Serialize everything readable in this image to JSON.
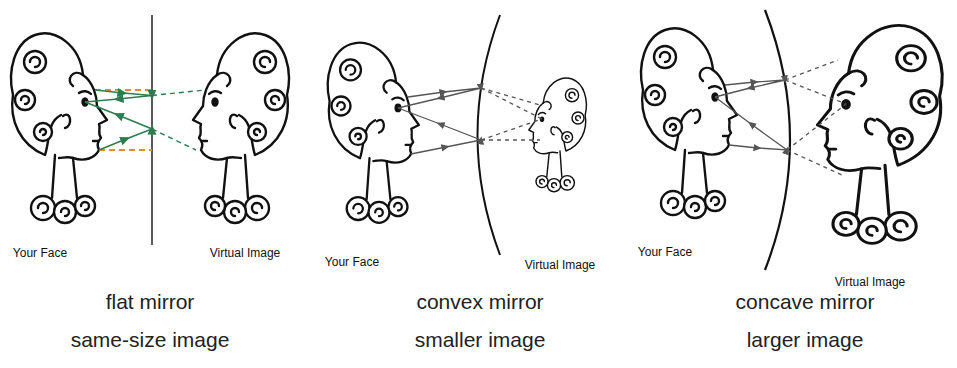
{
  "diagram": {
    "labels": [
      "Your Face",
      "Virtual Image",
      "Your Face",
      "Virtual Image",
      "Your Face",
      "Virtual Image",
      "flat mirror",
      "convex mirror",
      "concave mirror",
      "same-size image",
      "smaller image",
      "larger image"
    ]
  }
}
